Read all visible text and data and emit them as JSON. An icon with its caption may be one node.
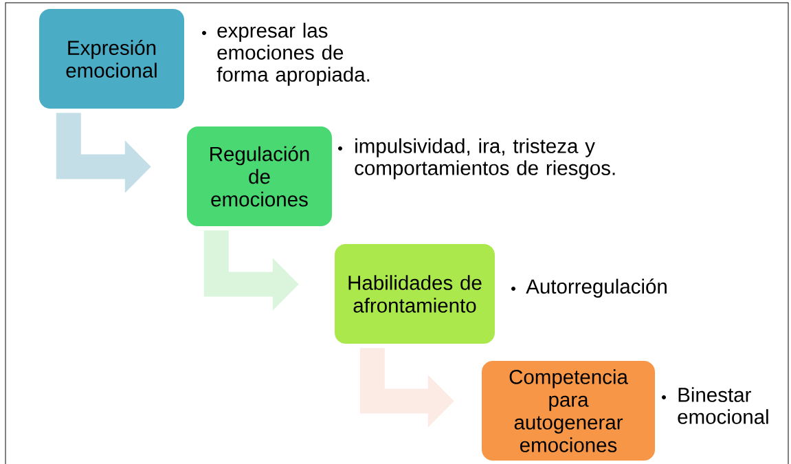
{
  "diagram": {
    "nodes": [
      {
        "text": [
          "Expresión emocional"
        ],
        "beside": [
          "expresar las emociones de forma apropiada."
        ]
      },
      {
        "text": [
          "Regulación de emociones"
        ],
        "beside": [
          "impulsividad, ira, tristeza y comportamientos de riesgos."
        ]
      },
      {
        "text": [
          "Habilidades de afrontamiento"
        ],
        "beside": [
          "Autorregulación"
        ]
      },
      {
        "text": [
          "Competencia para autogenerar emociones"
        ],
        "beside": [
          "Binestar emocional"
        ]
      }
    ],
    "edges": [
      {
        "from": 0,
        "to": 1,
        "arrow": "to",
        "color": "#c3dee6"
      },
      {
        "from": 1,
        "to": 2,
        "arrow": "to",
        "color": "#dbf5dc"
      },
      {
        "from": 2,
        "to": 3,
        "arrow": "to",
        "color": "#fcebe5"
      }
    ]
  }
}
